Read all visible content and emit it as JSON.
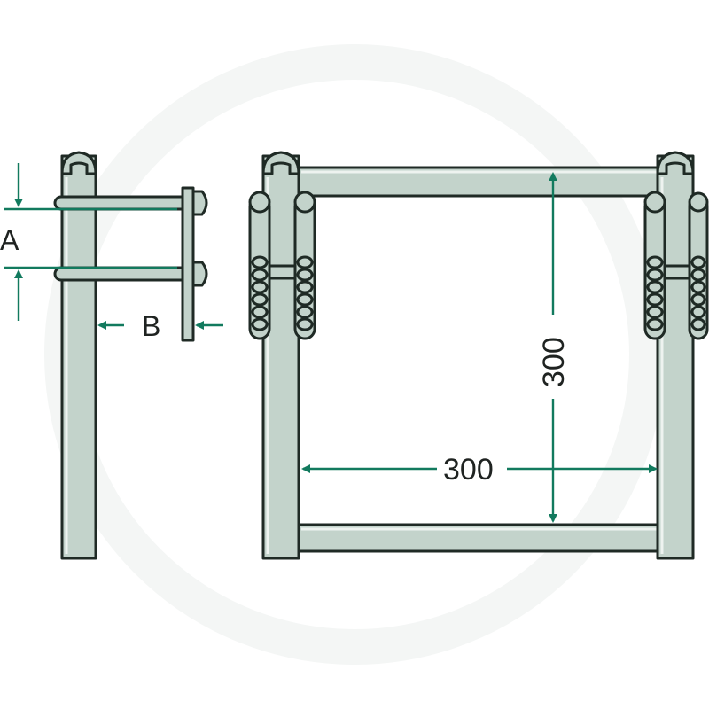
{
  "colors": {
    "body": "#c3d3cb",
    "line": "#1f2a25",
    "highlight": "#eef3f0",
    "dimension": "#127a5e",
    "background": "#ffffff"
  },
  "labels": {
    "spacing_a": "A",
    "spacing_b": "B",
    "height": "300",
    "width": "300"
  }
}
